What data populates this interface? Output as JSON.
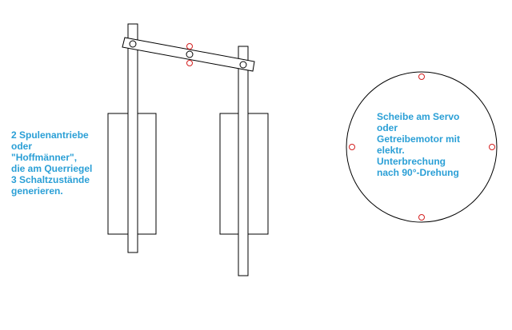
{
  "notes": {
    "left": [
      "2 Spulenantriebe",
      "oder",
      "\"Hoffmänner\",",
      "die am Querriegel",
      "3 Schaltzustände",
      "generieren."
    ],
    "right": [
      "Scheibe am Servo",
      "oder",
      "Getreibemotor mit",
      "elektr.",
      "Unterbrechung",
      "nach 90°-Drehung"
    ]
  },
  "colors": {
    "line": "#000000",
    "text": "#2a9fd6",
    "marker": "#d42020"
  }
}
